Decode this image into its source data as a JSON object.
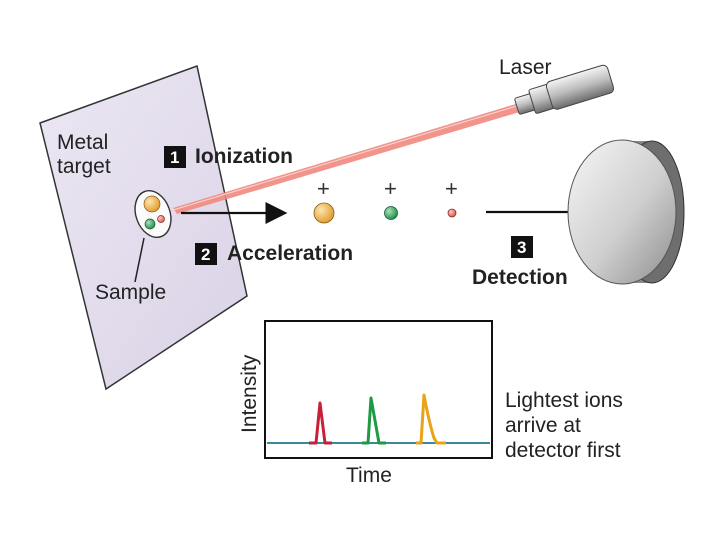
{
  "labels": {
    "laser": "Laser",
    "metal_target_1": "Metal",
    "metal_target_2": "target",
    "sample": "Sample",
    "step1_num": "1",
    "step1": "Ionization",
    "step2_num": "2",
    "step2": "Acceleration",
    "step3_num": "3",
    "step3": "Detection",
    "ion_charge": "+",
    "y_axis": "Intensity",
    "x_axis": "Time",
    "note_1": "Lightest ions",
    "note_2": "arrive at",
    "note_3": "detector first"
  },
  "colors": {
    "laser_beam": "#f08a80",
    "ion_large": "#e9a53a",
    "ion_medium": "#2f9a55",
    "ion_small": "#e46b62",
    "peak_red": "#c8203a",
    "peak_green": "#1e9a44",
    "peak_orange": "#e8a317",
    "baseline": "#3a8a9a"
  },
  "icons": [
    "laser-icon",
    "detector-disk-icon",
    "metal-target-plate-icon"
  ]
}
